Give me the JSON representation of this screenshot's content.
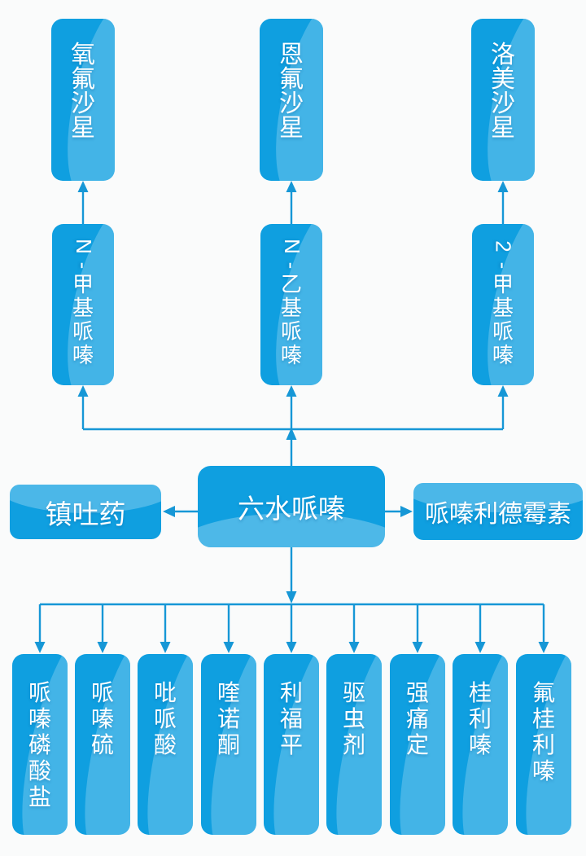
{
  "colors": {
    "node_blue": "#0f9fe0",
    "sheen_blue": "#45b6ea",
    "connector_blue": "#1697d6",
    "text_white": "#ffffff",
    "background": "#fafbfb"
  },
  "center_box": {
    "label": "六水哌嗪"
  },
  "left_box": {
    "label": "镇吐药"
  },
  "right_box": {
    "label": "哌嗪利德霉素"
  },
  "mid_row": [
    {
      "label": "N-甲基哌嗪"
    },
    {
      "label": "N-乙基哌嗪"
    },
    {
      "label": "2-甲基哌嗪"
    }
  ],
  "top_row": [
    {
      "label": "氧氟沙星"
    },
    {
      "label": "恩氟沙星"
    },
    {
      "label": "洛美沙星"
    }
  ],
  "bottom_row": [
    {
      "label": "哌嗪磷酸盐"
    },
    {
      "label": "哌嗪硫"
    },
    {
      "label": "吡哌酸"
    },
    {
      "label": "喹诺酮"
    },
    {
      "label": "利福平"
    },
    {
      "label": "驱虫剂"
    },
    {
      "label": "强痛定"
    },
    {
      "label": "桂利嗪"
    },
    {
      "label": "氟桂利嗪"
    }
  ],
  "edges": [
    {
      "from": "六水哌嗪",
      "to": "N-甲基哌嗪"
    },
    {
      "from": "六水哌嗪",
      "to": "N-乙基哌嗪"
    },
    {
      "from": "六水哌嗪",
      "to": "2-甲基哌嗪"
    },
    {
      "from": "N-甲基哌嗪",
      "to": "氧氟沙星"
    },
    {
      "from": "N-乙基哌嗪",
      "to": "恩氟沙星"
    },
    {
      "from": "2-甲基哌嗪",
      "to": "洛美沙星"
    },
    {
      "from": "六水哌嗪",
      "to": "镇吐药"
    },
    {
      "from": "六水哌嗪",
      "to": "哌嗪利德霉素"
    },
    {
      "from": "六水哌嗪",
      "to": "哌嗪磷酸盐"
    },
    {
      "from": "六水哌嗪",
      "to": "哌嗪硫"
    },
    {
      "from": "六水哌嗪",
      "to": "吡哌酸"
    },
    {
      "from": "六水哌嗪",
      "to": "喹诺酮"
    },
    {
      "from": "六水哌嗪",
      "to": "利福平"
    },
    {
      "from": "六水哌嗪",
      "to": "驱虫剂"
    },
    {
      "from": "六水哌嗪",
      "to": "强痛定"
    },
    {
      "from": "六水哌嗪",
      "to": "桂利嗪"
    },
    {
      "from": "六水哌嗪",
      "to": "氟桂利嗪"
    }
  ]
}
